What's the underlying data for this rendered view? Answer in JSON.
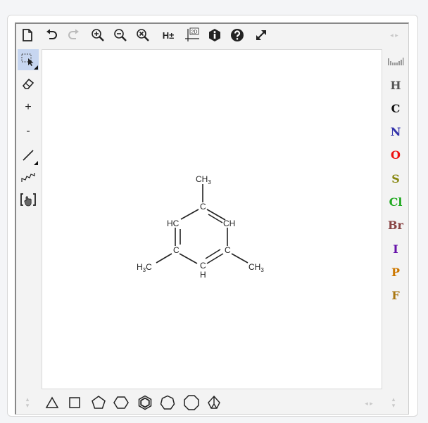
{
  "toolbar": {
    "hydrogen_toggle_label": "H±",
    "clean2d_label": "2D"
  },
  "atoms": [
    {
      "symbol": "H",
      "color": "#555555"
    },
    {
      "symbol": "C",
      "color": "#111111"
    },
    {
      "symbol": "N",
      "color": "#3333aa"
    },
    {
      "symbol": "O",
      "color": "#ee1111"
    },
    {
      "symbol": "S",
      "color": "#888811"
    },
    {
      "symbol": "Cl",
      "color": "#22aa22"
    },
    {
      "symbol": "Br",
      "color": "#884444"
    },
    {
      "symbol": "I",
      "color": "#6611aa"
    },
    {
      "symbol": "P",
      "color": "#cc7700"
    },
    {
      "symbol": "F",
      "color": "#aa7711"
    }
  ],
  "left_tools": {
    "charge_plus_label": "+",
    "charge_minus_label": "-"
  },
  "molecule": {
    "labels": {
      "top_methyl": "CH",
      "top_methyl_sub": "3",
      "left_methyl": "H",
      "left_methyl_sub": "3",
      "left_methyl_tail": "C",
      "right_methyl": "CH",
      "right_methyl_sub": "3",
      "c_top": "C",
      "c_left": "C",
      "c_right": "C",
      "ch_upper_left": "HC",
      "ch_upper_right": "CH",
      "ch_bottom_c": "C",
      "ch_bottom_h": "H"
    }
  }
}
